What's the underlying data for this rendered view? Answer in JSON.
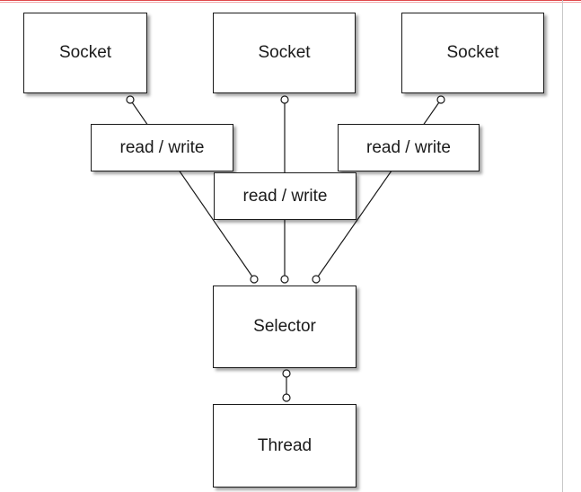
{
  "diagram": {
    "sockets": [
      {
        "id": "socket-1",
        "label": "Socket"
      },
      {
        "id": "socket-2",
        "label": "Socket"
      },
      {
        "id": "socket-3",
        "label": "Socket"
      }
    ],
    "channels": [
      {
        "id": "rw-1",
        "label": "read / write"
      },
      {
        "id": "rw-2",
        "label": "read / write"
      },
      {
        "id": "rw-3",
        "label": "read / write"
      }
    ],
    "selector": {
      "label": "Selector"
    },
    "thread": {
      "label": "Thread"
    },
    "connections": [
      {
        "from": "socket-1",
        "to": "selector",
        "via": "rw-1"
      },
      {
        "from": "socket-2",
        "to": "selector",
        "via": "rw-2"
      },
      {
        "from": "socket-3",
        "to": "selector",
        "via": "rw-3"
      },
      {
        "from": "selector",
        "to": "thread"
      }
    ]
  },
  "colors": {
    "accent_line": "#e0484b",
    "accent_line_light": "#f2a9aa",
    "stroke": "#1a1a1a",
    "right_edge": "#c8c8c8"
  }
}
